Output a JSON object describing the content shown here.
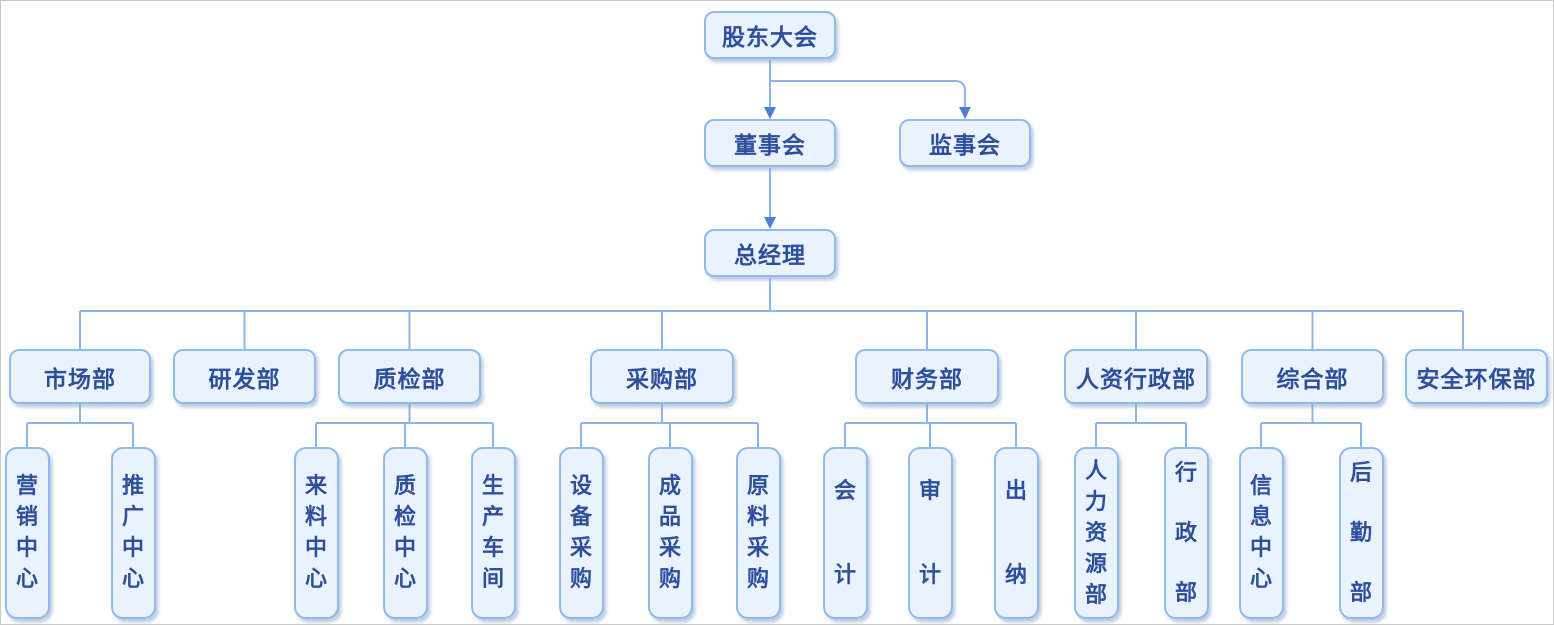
{
  "nodes": {
    "shareholders": "股东大会",
    "board": "董事会",
    "supervisors": "监事会",
    "general_manager": "总经理"
  },
  "departments": [
    {
      "label": "市场部",
      "children": [
        "营销中心",
        "推广中心"
      ]
    },
    {
      "label": "研发部",
      "children": []
    },
    {
      "label": "质检部",
      "children": [
        "来料中心",
        "质检中心",
        "生产车间"
      ]
    },
    {
      "label": "采购部",
      "children": [
        "设备采购",
        "成品采购",
        "原料采购"
      ]
    },
    {
      "label": "财务部",
      "children": [
        "会计",
        "审计",
        "出纳"
      ]
    },
    {
      "label": "人资行政部",
      "children": [
        "人力资源部",
        "行政部"
      ]
    },
    {
      "label": "综合部",
      "children": [
        "信息中心",
        "后勤部"
      ]
    },
    {
      "label": "安全环保部",
      "children": []
    }
  ],
  "colors": {
    "node_fill": "#e9f2fd",
    "node_border": "#8fbaec",
    "node_text": "#2d4f9c",
    "line": "#8cb6ea",
    "arrow": "#4d7fd2",
    "canvas_border": "#c9c9c9",
    "background": "#ffffff"
  }
}
